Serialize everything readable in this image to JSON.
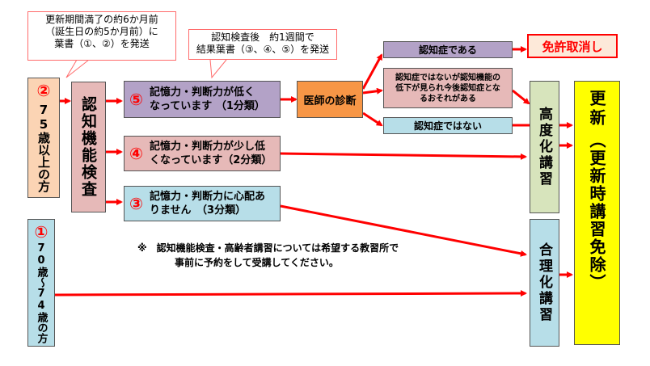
{
  "callout_left": {
    "line1": "更新期間満了の約6か月前",
    "line2": "（誕生日の約5か月前）に",
    "line3": "葉書（①、②）を発送"
  },
  "callout_right": {
    "line1": "認知検査後　約1週間で",
    "line2": "結果葉書（③、④、⑤）を発送"
  },
  "group_75": {
    "num": "②",
    "label": "75歳以上の方"
  },
  "group_70": {
    "num": "①",
    "label": "70歳〜74歳の方"
  },
  "cognitive_test": {
    "label": "認知機能検査"
  },
  "result5": {
    "num": "⑤",
    "line1": "記憶力・判断力が低く",
    "line2": "なっています （1分類）"
  },
  "result4": {
    "num": "④",
    "line1": "記憶力・判断力が少し低",
    "line2": "くなっています（2分類）"
  },
  "result3": {
    "num": "③",
    "line1": "記憶力・判断力に心配あ",
    "line2": "りません　（3分類）"
  },
  "doctor": {
    "label": "医師の診断"
  },
  "diag_dementia": {
    "label": "認知症である"
  },
  "diag_possible": {
    "line1": "認知症ではないが認知機能の",
    "line2": "低下が見られ今後認知症とな",
    "line3": "るおそれがある"
  },
  "diag_not": {
    "label": "認知症ではない"
  },
  "revoke": {
    "label": "免許取消し"
  },
  "advanced_course": {
    "label": "高度化講習"
  },
  "rational_course": {
    "label": "合理化講習"
  },
  "renewal": {
    "main": "更新",
    "sub": "（更新時講習免除）"
  },
  "note": {
    "line1": "※　認知機能検査・高齢者講習については希望する教習所で",
    "line2": "事前に予約をして受講してください。"
  },
  "colors": {
    "red": "#ff0000",
    "orange_box": "#fbd4b4",
    "pink_box": "#e6b9b8",
    "purple_box": "#b3a2c7",
    "lavender_box": "#c9c0dd",
    "cyan_box": "#b7dee8",
    "green_box": "#d7e4bc",
    "doctor": "#f79646",
    "yellow": "#ffff00",
    "revoke_bg": "#fde9d9"
  }
}
